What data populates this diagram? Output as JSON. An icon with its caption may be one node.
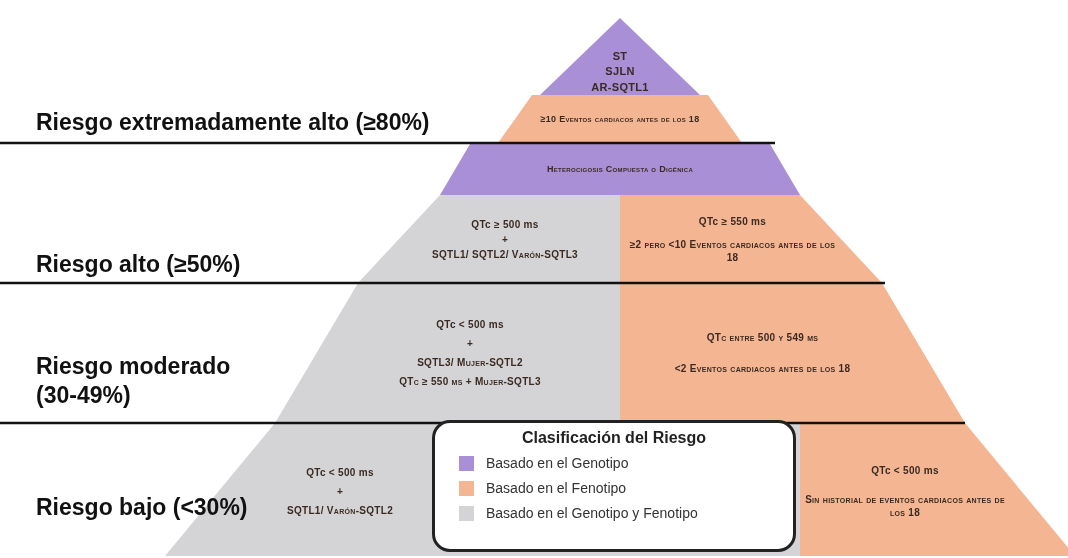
{
  "diagram": {
    "nodes": [
      {
        "text": [
          "ST",
          "SJLN",
          "AR-SQTL1"
        ]
      },
      {
        "text": [
          "≥10 Eventos cardiacos antes de los 18"
        ]
      },
      {
        "text": [
          "Heterocigosis Compuesta o Digénica"
        ]
      },
      {
        "text": [
          "QTc ≥ 500 ms",
          "+",
          "SQTL1/ SQTL2/ Varón-SQTL3"
        ]
      },
      {
        "text": [
          "QTc ≥ 550 ms",
          "≥2 pero <10 Eventos cardiacos antes de los 18"
        ]
      },
      {
        "text": [
          "QTc < 500 ms",
          "+",
          "SQTL3/ Mujer-SQTL2",
          "QTc ≥ 550 ms + Mujer-SQTL3"
        ]
      },
      {
        "text": [
          "QTc entre 500 y 549 ms",
          "<2 Eventos cardiacos antes de los 18"
        ]
      },
      {
        "text": [
          "QTc < 500 ms",
          "+",
          "SQTL1/ Varón-SQTL2"
        ]
      },
      {
        "text": [
          "QTc < 500 ms",
          "Sin historial de eventos cardiacos antes de los 18"
        ]
      }
    ],
    "labels": [
      "Riesgo extremadamente alto (≥80%)",
      "Riesgo alto (≥50%)",
      "Riesgo moderado (30-49%)",
      "Riesgo bajo (<30%)",
      "Clasificación del Riesgo"
    ],
    "legend": [
      {
        "text": "Basado en el Genotipo",
        "color": "#a88fd6"
      },
      {
        "text": "Basado en el Fenotipo",
        "color": "#f4b692"
      },
      {
        "text": "Basado en el Genotipo y Fenotipo",
        "color": "#d4d4d6"
      }
    ]
  }
}
